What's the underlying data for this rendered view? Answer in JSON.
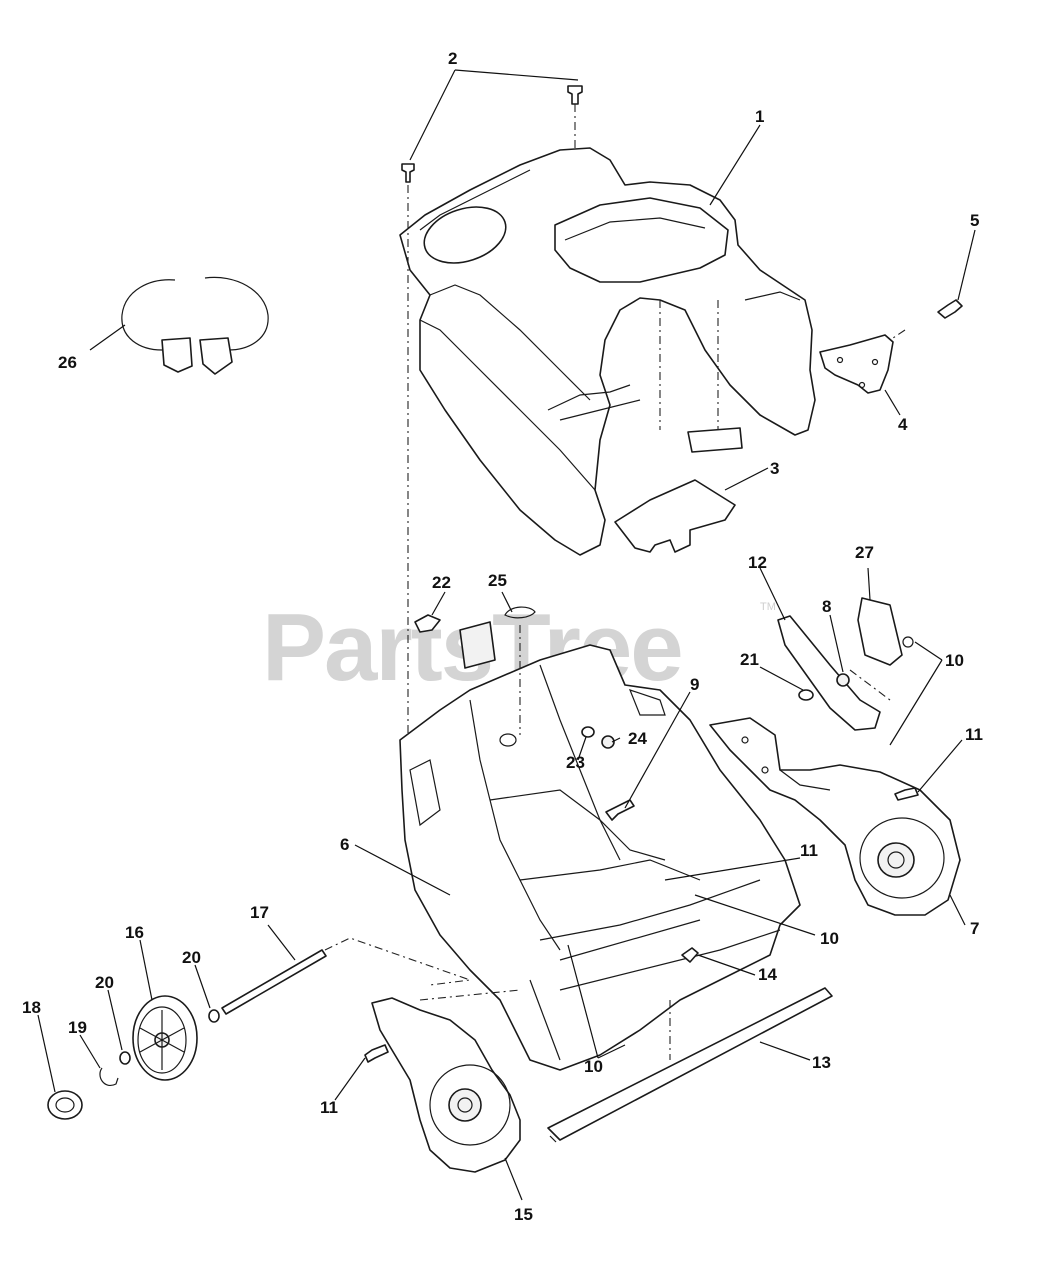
{
  "watermark": {
    "text": "PartsTree",
    "tm": "TM"
  },
  "callouts": [
    {
      "id": "c1",
      "label": "1"
    },
    {
      "id": "c2",
      "label": "2"
    },
    {
      "id": "c3",
      "label": "3"
    },
    {
      "id": "c4",
      "label": "4"
    },
    {
      "id": "c5",
      "label": "5"
    },
    {
      "id": "c6",
      "label": "6"
    },
    {
      "id": "c7",
      "label": "7"
    },
    {
      "id": "c8",
      "label": "8"
    },
    {
      "id": "c9",
      "label": "9"
    },
    {
      "id": "c10a",
      "label": "10"
    },
    {
      "id": "c10b",
      "label": "10"
    },
    {
      "id": "c10c",
      "label": "10"
    },
    {
      "id": "c11a",
      "label": "11"
    },
    {
      "id": "c11b",
      "label": "11"
    },
    {
      "id": "c11c",
      "label": "11"
    },
    {
      "id": "c12",
      "label": "12"
    },
    {
      "id": "c13",
      "label": "13"
    },
    {
      "id": "c14",
      "label": "14"
    },
    {
      "id": "c15",
      "label": "15"
    },
    {
      "id": "c16",
      "label": "16"
    },
    {
      "id": "c17",
      "label": "17"
    },
    {
      "id": "c18",
      "label": "18"
    },
    {
      "id": "c19",
      "label": "19"
    },
    {
      "id": "c20a",
      "label": "20"
    },
    {
      "id": "c20b",
      "label": "20"
    },
    {
      "id": "c21",
      "label": "21"
    },
    {
      "id": "c22",
      "label": "22"
    },
    {
      "id": "c23",
      "label": "23"
    },
    {
      "id": "c24",
      "label": "24"
    },
    {
      "id": "c25",
      "label": "25"
    },
    {
      "id": "c26",
      "label": "26"
    },
    {
      "id": "c27",
      "label": "27"
    }
  ]
}
